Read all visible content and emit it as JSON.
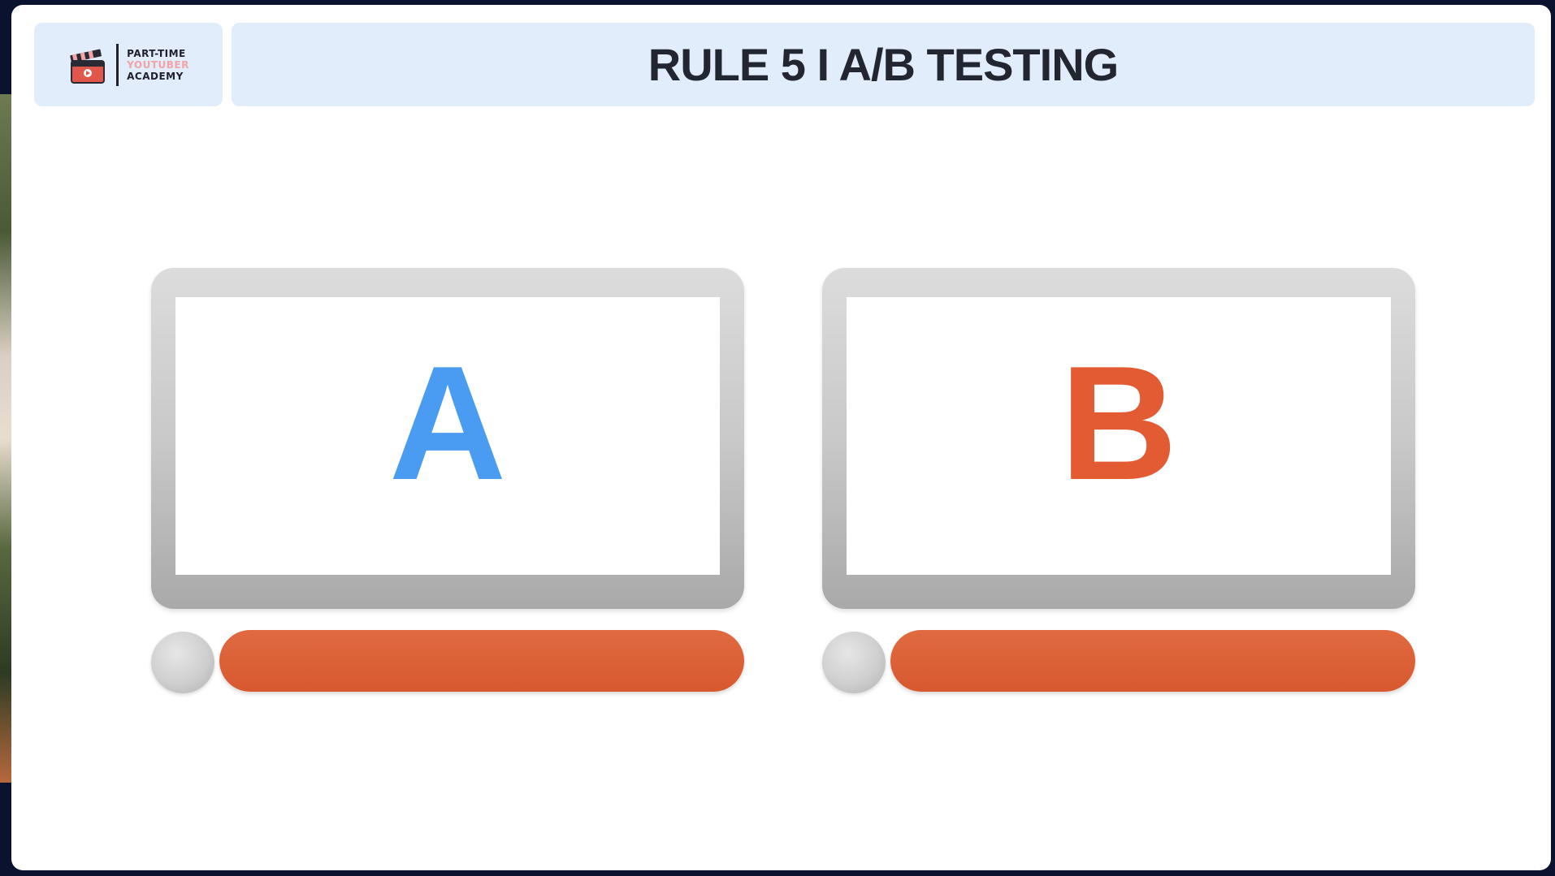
{
  "header": {
    "logo": {
      "line_1": "PART-TIME",
      "line_2": "YOUTUBER",
      "line_3": "ACADEMY"
    },
    "title": "RULE 5 I A/B TESTING"
  },
  "variants": [
    {
      "label": "A",
      "letter_color": "#4a9cf2",
      "bar_color": "#e06a40",
      "progress": 1.0
    },
    {
      "label": "B",
      "letter_color": "#e35b32",
      "bar_color": "#e06a40",
      "progress": 1.0
    }
  ],
  "icons": {
    "logo": "clapperboard-icon",
    "knob": "circle-knob-icon"
  },
  "colors": {
    "header_bg": "#e1edfb",
    "frame_bg": "#0b1230"
  }
}
